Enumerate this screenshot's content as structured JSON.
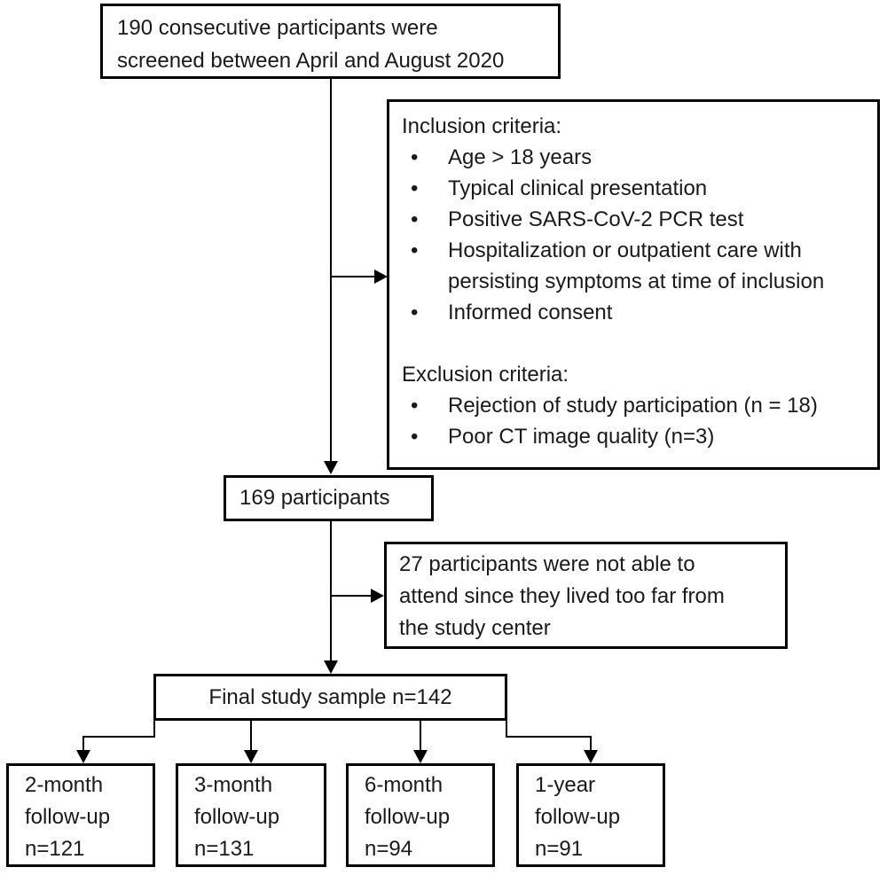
{
  "boxes": {
    "screened": {
      "lines": [
        "190 consecutive participants were",
        "screened between April and August 2020"
      ]
    },
    "criteria": {
      "bullet_char": "•",
      "inclusion_title": "Inclusion criteria:",
      "inclusion_items": [
        "Age > 18 years",
        "Typical clinical presentation",
        "Positive SARS-CoV-2 PCR test",
        "Hospitalization or outpatient care with persisting symptoms at time of inclusion",
        "Informed consent"
      ],
      "exclusion_title": "Exclusion criteria:",
      "exclusion_items": [
        "Rejection of study participation (n = 18)",
        "Poor CT image quality (n=3)"
      ]
    },
    "participants": {
      "text": "169 participants"
    },
    "not_attended": {
      "lines": [
        "27 participants were not able to",
        "attend since they lived too far from",
        "the study center"
      ]
    },
    "final_sample": {
      "text": "Final study sample n=142"
    },
    "followups": [
      {
        "period": "2-month",
        "label": "follow-up",
        "count": "n=121"
      },
      {
        "period": "3-month",
        "label": "follow-up",
        "count": "n=131"
      },
      {
        "period": "6-month",
        "label": "follow-up",
        "count": "n=94"
      },
      {
        "period": "1-year",
        "label": "follow-up",
        "count": "n=91"
      }
    ]
  },
  "colors": {
    "border": "#000000",
    "text": "#1a1a1a",
    "background": "#ffffff"
  }
}
